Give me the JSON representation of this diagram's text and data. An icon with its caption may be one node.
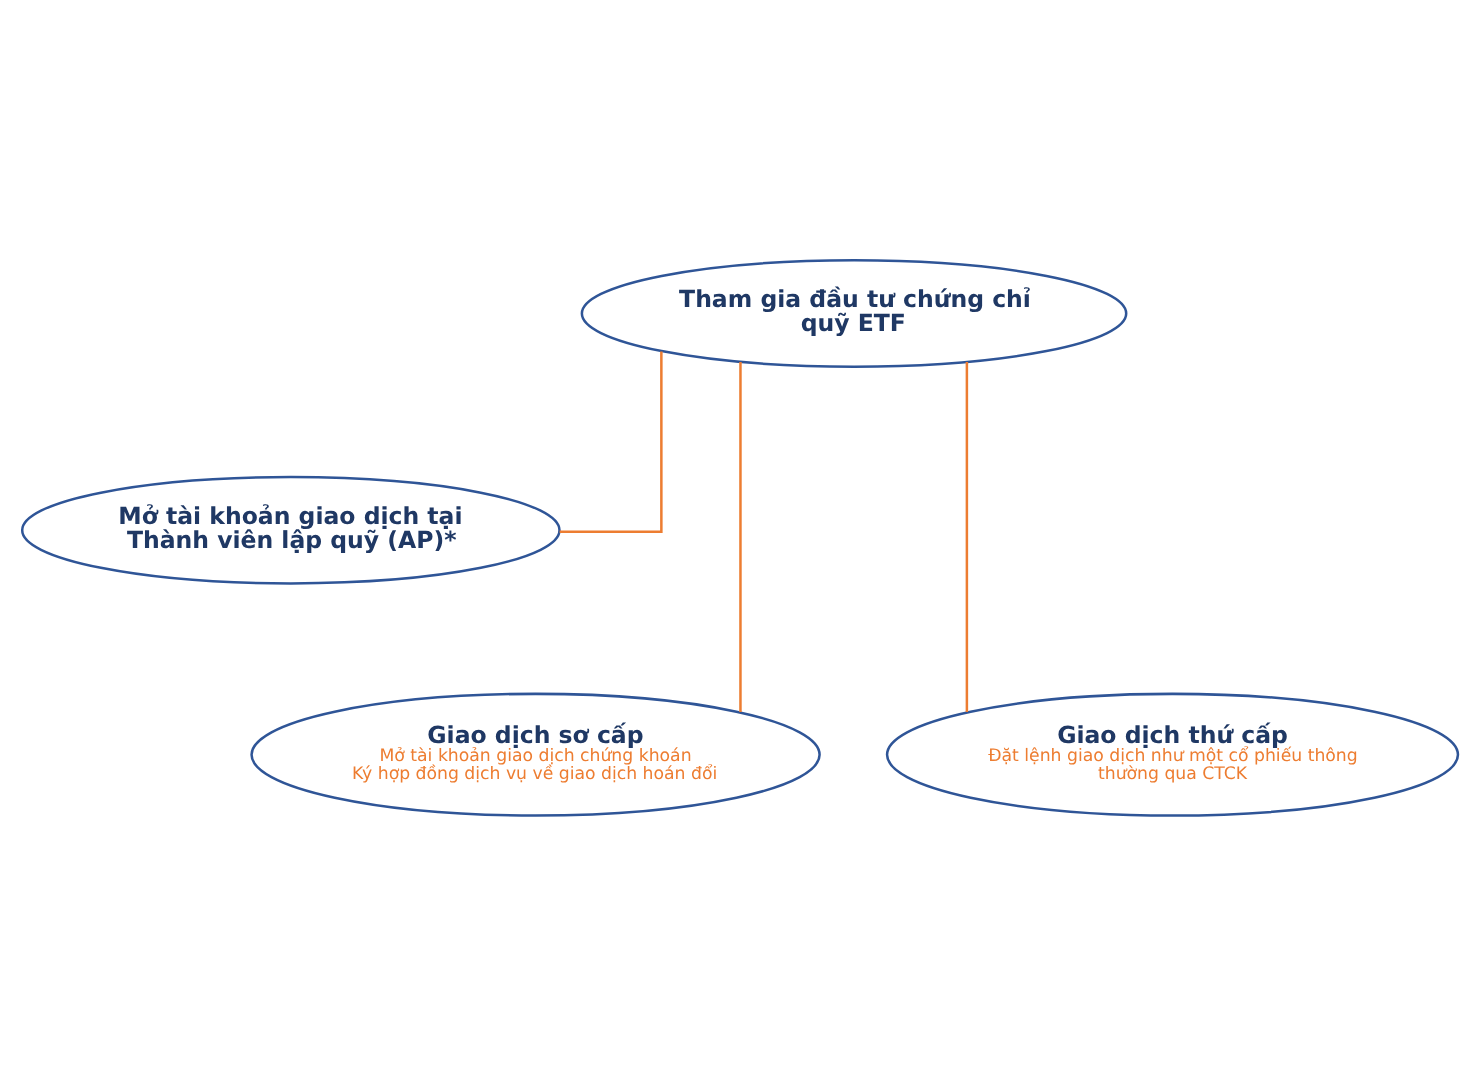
{
  "diagram": {
    "nodes": [
      {
        "text": [
          "Tham gia đầu tư chứng chỉ quỹ ETF"
        ]
      },
      {
        "text": [
          "Mở tài khoản giao dịch tại Thành viên lập quỹ (AP)*"
        ]
      },
      {
        "text": [
          "Giao dịch sơ cấp",
          "Mở tài khoản giao dịch chứng khoán",
          "Ký hợp đồng dịch vụ về giao dịch hoán đổi"
        ]
      },
      {
        "text": [
          "Giao dịch thứ cấp",
          "Đặt lệnh giao dịch như một cổ phiếu thông thường qua CTCK"
        ]
      }
    ],
    "edges": [
      {
        "from": 0,
        "to": 1,
        "arrow": "none"
      },
      {
        "from": 0,
        "to": 2,
        "arrow": "none"
      },
      {
        "from": 0,
        "to": 3,
        "arrow": "none"
      }
    ]
  }
}
